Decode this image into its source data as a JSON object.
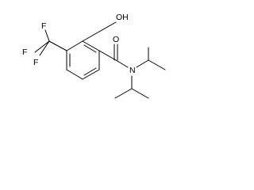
{
  "atom_labels": {
    "hydroxyl": "OH",
    "carbonyl_oxygen": "O",
    "amide_nitrogen": "N",
    "fluorine_top": "F",
    "fluorine_left": "F",
    "fluorine_bottom": "F"
  }
}
